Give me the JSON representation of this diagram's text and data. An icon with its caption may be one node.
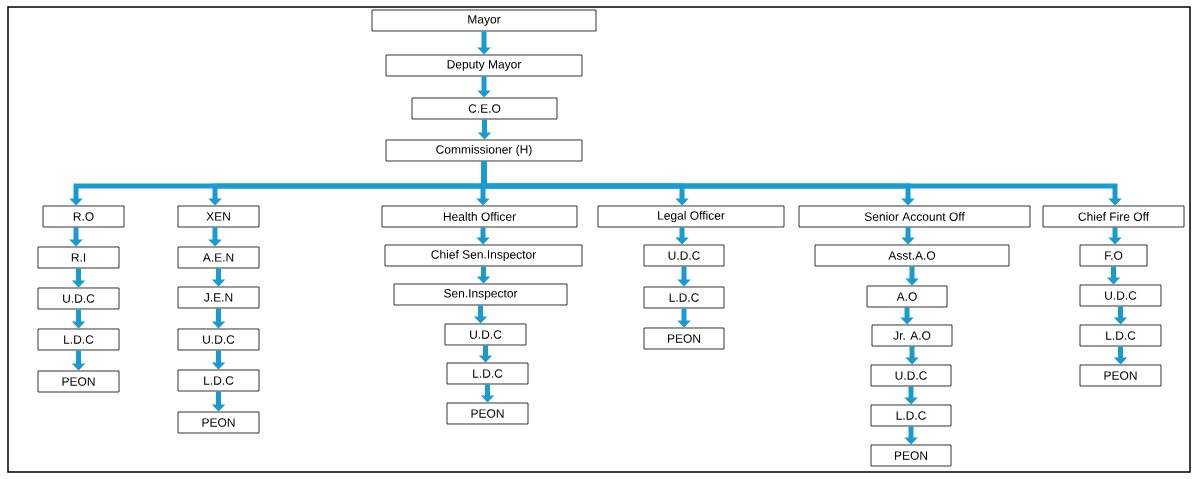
{
  "diagram": {
    "nodes": [
      {
        "text": [
          "Mayor"
        ]
      },
      {
        "text": [
          "Deputy  Mayor"
        ]
      },
      {
        "text": [
          "C.E.O"
        ]
      },
      {
        "text": [
          "Commissioner (H)"
        ]
      },
      {
        "text": [
          "R.O"
        ]
      },
      {
        "text": [
          "XEN"
        ]
      },
      {
        "text": [
          "Health Officer"
        ]
      },
      {
        "text": [
          "Legal Officer"
        ]
      },
      {
        "text": [
          "Senior Account Off"
        ]
      },
      {
        "text": [
          "Chief Fire Off"
        ]
      },
      {
        "text": [
          "R.I"
        ]
      },
      {
        "text": [
          "U.D.C"
        ]
      },
      {
        "text": [
          "L.D.C"
        ]
      },
      {
        "text": [
          "PEON"
        ]
      },
      {
        "text": [
          "A.E.N"
        ]
      },
      {
        "text": [
          "J.E.N"
        ]
      },
      {
        "text": [
          "U.D.C"
        ]
      },
      {
        "text": [
          "L.D.C"
        ]
      },
      {
        "text": [
          "PEON"
        ]
      },
      {
        "text": [
          "Chief Sen.Inspector"
        ]
      },
      {
        "text": [
          "Sen.Inspector"
        ]
      },
      {
        "text": [
          "U.D.C"
        ]
      },
      {
        "text": [
          "L.D.C"
        ]
      },
      {
        "text": [
          "PEON"
        ]
      },
      {
        "text": [
          "U.D.C"
        ]
      },
      {
        "text": [
          "L.D.C"
        ]
      },
      {
        "text": [
          "PEON"
        ]
      },
      {
        "text": [
          "Asst.A.O"
        ]
      },
      {
        "text": [
          "A.O"
        ]
      },
      {
        "text": [
          "Jr. A.O"
        ]
      },
      {
        "text": [
          "U.D.C"
        ]
      },
      {
        "text": [
          "L.D.C"
        ]
      },
      {
        "text": [
          "PEON"
        ]
      },
      {
        "text": [
          "F.O"
        ]
      },
      {
        "text": [
          "U.D.C"
        ]
      },
      {
        "text": [
          "L.D.C"
        ]
      },
      {
        "text": [
          "PEON"
        ]
      }
    ],
    "edges": [
      {
        "from": 0,
        "to": 1,
        "arrow": "to"
      },
      {
        "from": 1,
        "to": 2,
        "arrow": "to"
      },
      {
        "from": 2,
        "to": 3,
        "arrow": "to"
      },
      {
        "from": 3,
        "to": 4,
        "arrow": "to"
      },
      {
        "from": 3,
        "to": 5,
        "arrow": "to"
      },
      {
        "from": 3,
        "to": 6,
        "arrow": "to"
      },
      {
        "from": 3,
        "to": 7,
        "arrow": "to"
      },
      {
        "from": 3,
        "to": 8,
        "arrow": "to"
      },
      {
        "from": 3,
        "to": 9,
        "arrow": "to"
      },
      {
        "from": 4,
        "to": 10,
        "arrow": "to"
      },
      {
        "from": 10,
        "to": 11,
        "arrow": "to"
      },
      {
        "from": 11,
        "to": 12,
        "arrow": "to"
      },
      {
        "from": 12,
        "to": 13,
        "arrow": "to"
      },
      {
        "from": 5,
        "to": 14,
        "arrow": "to"
      },
      {
        "from": 14,
        "to": 15,
        "arrow": "to"
      },
      {
        "from": 15,
        "to": 16,
        "arrow": "to"
      },
      {
        "from": 16,
        "to": 17,
        "arrow": "to"
      },
      {
        "from": 17,
        "to": 18,
        "arrow": "to"
      },
      {
        "from": 6,
        "to": 19,
        "arrow": "to"
      },
      {
        "from": 19,
        "to": 20,
        "arrow": "to"
      },
      {
        "from": 20,
        "to": 21,
        "arrow": "to"
      },
      {
        "from": 21,
        "to": 22,
        "arrow": "to"
      },
      {
        "from": 22,
        "to": 23,
        "arrow": "to"
      },
      {
        "from": 7,
        "to": 24,
        "arrow": "to"
      },
      {
        "from": 24,
        "to": 25,
        "arrow": "to"
      },
      {
        "from": 25,
        "to": 26,
        "arrow": "to"
      },
      {
        "from": 8,
        "to": 27,
        "arrow": "to"
      },
      {
        "from": 27,
        "to": 28,
        "arrow": "to"
      },
      {
        "from": 28,
        "to": 29,
        "arrow": "to"
      },
      {
        "from": 29,
        "to": 30,
        "arrow": "to"
      },
      {
        "from": 30,
        "to": 31,
        "arrow": "to"
      },
      {
        "from": 31,
        "to": 32,
        "arrow": "to"
      },
      {
        "from": 9,
        "to": 33,
        "arrow": "to"
      },
      {
        "from": 33,
        "to": 34,
        "arrow": "to"
      },
      {
        "from": 34,
        "to": 35,
        "arrow": "to"
      },
      {
        "from": 35,
        "to": 36,
        "arrow": "to"
      }
    ]
  }
}
